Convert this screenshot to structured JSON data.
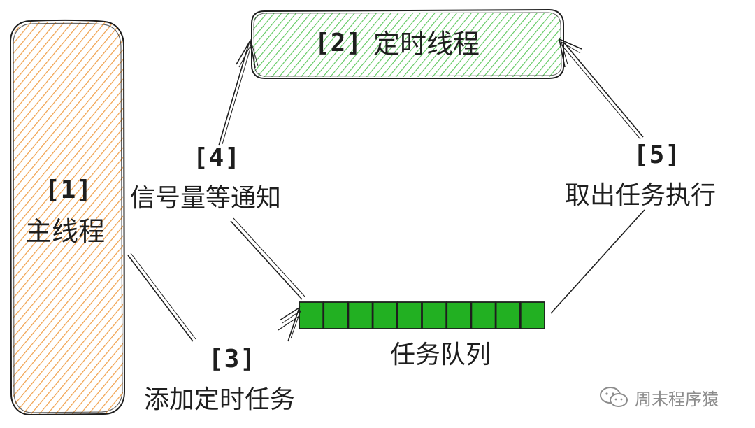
{
  "nodes": {
    "main_thread": {
      "number": "[1]",
      "label": "主线程",
      "fill": "#f0a04b",
      "stroke": "#1e1e1e"
    },
    "timer_thread": {
      "number": "[2]",
      "label": "定时线程",
      "fill": "#5ec85e",
      "stroke": "#1e1e1e"
    },
    "task_queue": {
      "label": "任务队列",
      "cell_fill": "#22b022",
      "cell_stroke": "#1e1e1e",
      "cells": 10
    }
  },
  "edges": {
    "add_task": {
      "number": "[3]",
      "label": "添加定时任务"
    },
    "notify": {
      "number": "[4]",
      "label": "信号量等通知"
    },
    "take_execute": {
      "number": "[5]",
      "label": "取出任务执行"
    }
  },
  "watermark": {
    "text": "周末程序猿",
    "icon": "wechat-icon"
  },
  "colors": {
    "ink": "#1e1e1e",
    "hatch_orange": "#f0a04b",
    "hatch_green": "#5ec85e",
    "queue_green": "#22b022",
    "watermark": "#8c8c8c"
  }
}
